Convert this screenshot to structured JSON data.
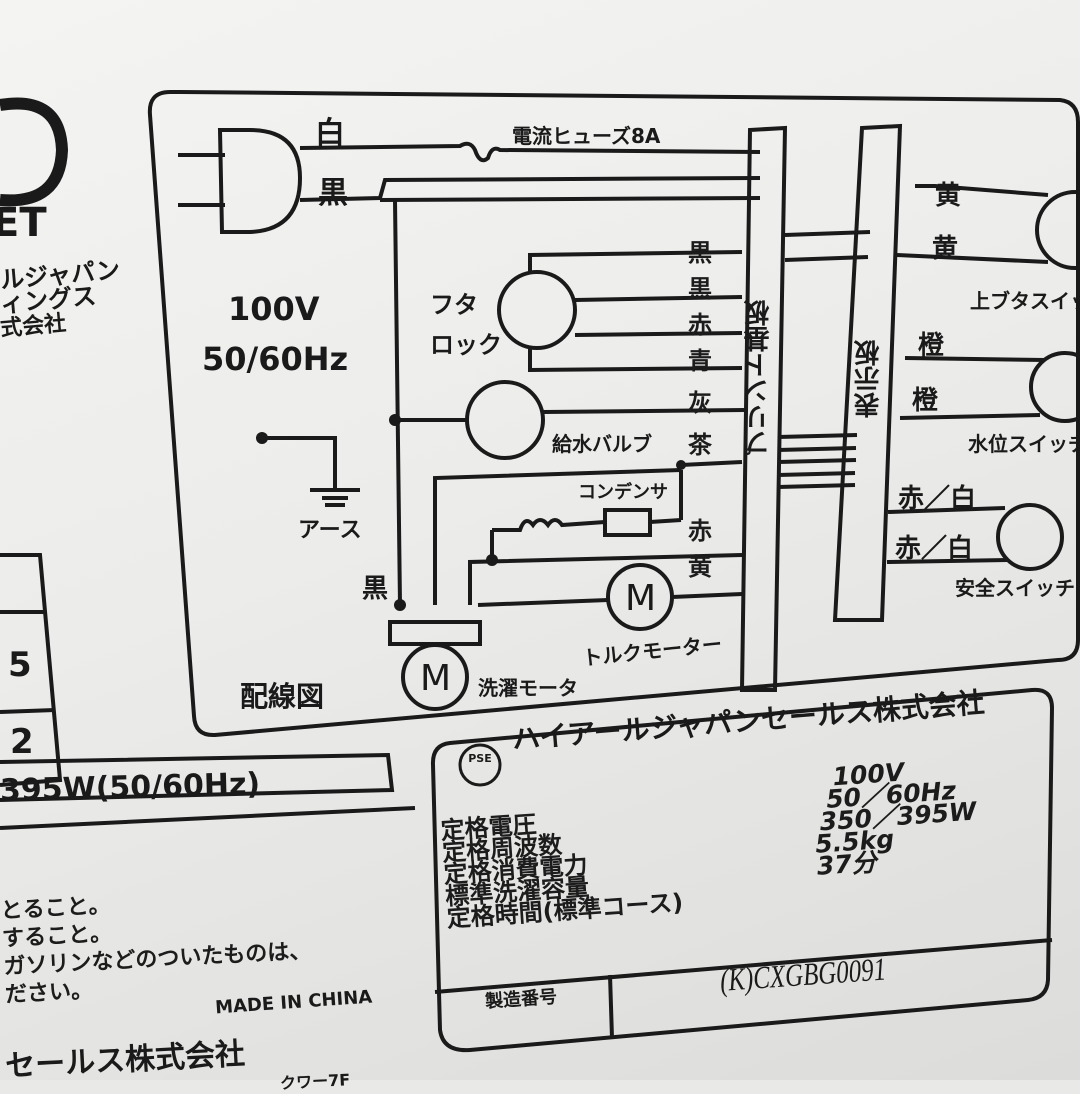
{
  "logo": {
    "letters": "ET",
    "company_partial_1": "ルジャパン",
    "company_partial_2": "ィングス",
    "company_partial_3": "式会社"
  },
  "left_table": {
    "cell_1": "5",
    "cell_2": "2"
  },
  "power_row": "395W(50/60Hz)",
  "wiring_diagram": {
    "title": "配線図",
    "supply_voltage": "100V",
    "supply_frequency": "50/60Hz",
    "plug_wire_white": "白",
    "plug_wire_black": "黒",
    "fuse_label": "電流ヒューズ8A",
    "lid_lock_label_1": "フタ",
    "lid_lock_label_2": "ロック",
    "water_valve_label": "給水バルブ",
    "capacitor_label": "コンデンサ",
    "ground_label": "アース",
    "ground_wire": "黒",
    "wash_motor_label": "洗濯モータ",
    "torque_motor_label": "トルクモーター",
    "motor_symbol": "M",
    "printed_board_label": "プリント基板",
    "display_board_label": "表示板",
    "left_wire_colors": [
      "黒",
      "黒",
      "赤",
      "青",
      "灰",
      "茶",
      "赤",
      "黄"
    ],
    "right_wire_colors": [
      "黄",
      "黄",
      "橙",
      "橙",
      "赤／白",
      "赤／白"
    ],
    "switches": [
      "上ブタスイッチ",
      "水位スイッチ",
      "安全スイッチ"
    ]
  },
  "rating_plate": {
    "pse_mark": "PSE",
    "company": "ハイアールジャパンセールス株式会社",
    "labels": [
      "定格電圧",
      "定格周波数",
      "定格消費電力",
      "標準洗濯容量",
      "定格時間(標準コース)"
    ],
    "values": [
      "100V",
      "50／60Hz",
      "350／395W",
      "5.5kg",
      "37分"
    ],
    "serial_label": "製造番号",
    "serial_value": "(K)CXGBG0091"
  },
  "warnings": [
    "とること。",
    "すること。",
    "ガソリンなどのついたものは、",
    "ださい。"
  ],
  "made_in": "MADE IN CHINA",
  "footer_company": "セールス株式会社",
  "footer_address": "クワー7F"
}
